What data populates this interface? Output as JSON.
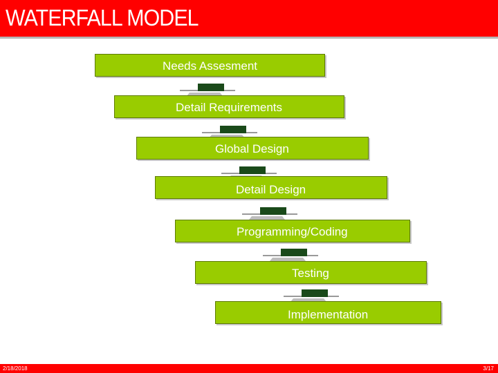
{
  "header": {
    "title": "WATERFALL MODEL"
  },
  "steps": [
    {
      "label": "Needs Assesment"
    },
    {
      "label": "Detail Requirements"
    },
    {
      "label": "Global Design"
    },
    {
      "label": "Detail Design"
    },
    {
      "label": "Programming/Coding"
    },
    {
      "label": "Testing"
    },
    {
      "label": "Implementation"
    }
  ],
  "footer": {
    "date": "2/18/2018",
    "page": "3/17"
  },
  "colors": {
    "header": "#ff0000",
    "step_fill": "#99cc00",
    "step_text": "#ffffff",
    "connector": "#1a4a1a"
  }
}
